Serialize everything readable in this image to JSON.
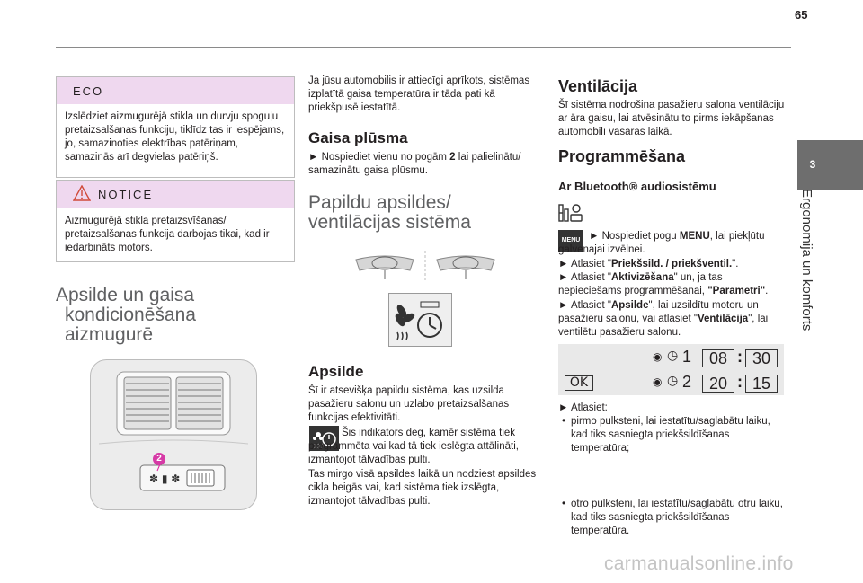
{
  "page": {
    "number": "65",
    "chapter_number": "3",
    "chapter_title": "Ergonomija un komforts"
  },
  "eco": {
    "title": "ECO",
    "text": "Izslēdziet aizmugurējā stikla un durvju spoguļu pretaizsalšanas funkciju, tiklīdz tas ir iespējams, jo, samazinoties elektrības patēriņam, samazinās arī degvielas patēriņš."
  },
  "notice": {
    "title": "NOTICE",
    "text": "Aizmugurējā stikla pretaizsvīšanas/ pretaizsalšanas funkcija darbojas tikai, kad ir iedarbināts motors."
  },
  "rear": {
    "title_lines": [
      "Apsilde un gaisa",
      "kondicionēšana",
      "aizmugurē"
    ],
    "callout": "2"
  },
  "col2": {
    "intro": "Ja jūsu automobilis ir attiecīgi aprīkots, sistēmas izplatītā gaisa temperatūra ir tāda pati kā priekšpusē iestatītā.",
    "airflow_title": "Gaisa plūsma",
    "airflow_pre": "►  Nospiediet vienu no pogām ",
    "airflow_bold": "2",
    "airflow_post": " lai palielinātu/ samazinātu gaisa plūsmu.",
    "aux_title_lines": [
      "Papildu apsildes/",
      "ventilācijas sistēma"
    ],
    "heating_title": "Apsilde",
    "heating_p1": "Šī ir atsevišķa papildu sistēma, kas uzsilda pasažieru salonu un uzlabo pretaizsalšanas funkcijas efektivitāti.",
    "heating_p2": "Šis indikators deg, kamēr sistēma tiek programmēta vai kad tā tiek ieslēgta attālināti, izmantojot tālvadības pulti.",
    "heating_p3": "Tas mirgo visā apsildes laikā un nodziest apsildes cikla beigās vai, kad sistēma tiek izslēgta, izmantojot tālvadības pulti."
  },
  "col3": {
    "vent_title": "Ventilācija",
    "vent_text": "Šī sistēma nodrošina pasažieru salona ventilāciju ar āra gaisu, lai atvēsinātu to pirms iekāpšanas automobilī vasaras laikā.",
    "prog_title": "Programmēšana",
    "bt_title": "Ar Bluetooth® audiosistēmu",
    "menu_label": "MENU",
    "step1_pre": "►  Nospiediet pogu ",
    "step1_bold": "MENU",
    "step1_post": ", lai piekļūtu galvenajai izvēlnei.",
    "step2_pre": "►  Atlasiet \"",
    "step2_bold": "Priekšsild. / priekšventil.",
    "step2_post": "\".",
    "step3_pre": "►  Atlasiet \"",
    "step3_bold": "Aktivizēšana",
    "step3_mid": "\" un, ja tas nepieciešams programmēšanai, ",
    "step3_bold2": "\"Parametri\"",
    "step3_post": ".",
    "step4_pre": "►  Atlasiet \"",
    "step4_bold": "Apsilde",
    "step4_mid": "\", lai uzsildītu motoru un pasažieru salonu, vai atlasiet \"",
    "step4_bold2": "Ventilācija",
    "step4_post": "\", lai ventilētu pasažieru salonu.",
    "display": {
      "ok": "OK",
      "timer1": "1",
      "timer2": "2",
      "h1": "08",
      "m1": "30",
      "h2": "20",
      "m2": "15",
      "sep": ":"
    },
    "select": "►  Atlasiet:",
    "bullet1": "pirmo pulksteni, lai iestatītu/saglabātu laiku, kad tiks sasniegta priekšsildīšanas temperatūra;",
    "bullet2": "otro pulksteni, lai iestatītu/saglabātu otru laiku, kad tiks sasniegta priekšsildīšanas temperatūra."
  },
  "footer": {
    "watermark": "carmanualsonline.info"
  }
}
